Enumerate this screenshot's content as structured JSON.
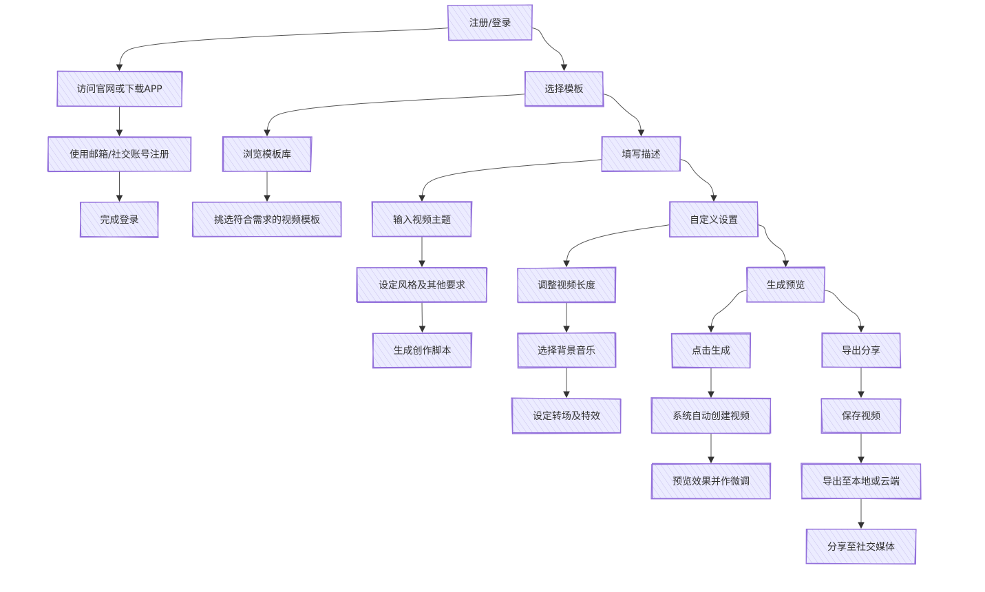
{
  "colors": {
    "node_fill": "#ECECFF",
    "node_border": "#9370DB",
    "edge": "#555555",
    "text": "#333333"
  },
  "nodes": {
    "register_login": "注册/登录",
    "visit_site": "访问官网或下载APP",
    "use_email": "使用邮箱/社交账号注册",
    "complete_login": "完成登录",
    "choose_template": "选择模板",
    "browse_library": "浏览模板库",
    "pick_template": "挑选符合需求的视频模板",
    "fill_description": "填写描述",
    "input_topic": "输入视频主题",
    "set_style": "设定风格及其他要求",
    "gen_script": "生成创作脚本",
    "custom_settings": "自定义设置",
    "adjust_length": "调整视频长度",
    "choose_music": "选择背景音乐",
    "set_transitions": "设定转场及特效",
    "gen_preview": "生成预览",
    "click_generate": "点击生成",
    "auto_create": "系统自动创建视频",
    "preview_tweak": "预览效果并作微调",
    "export_share": "导出分享",
    "save_video": "保存视频",
    "export_local": "导出至本地或云端",
    "share_social": "分享至社交媒体"
  }
}
